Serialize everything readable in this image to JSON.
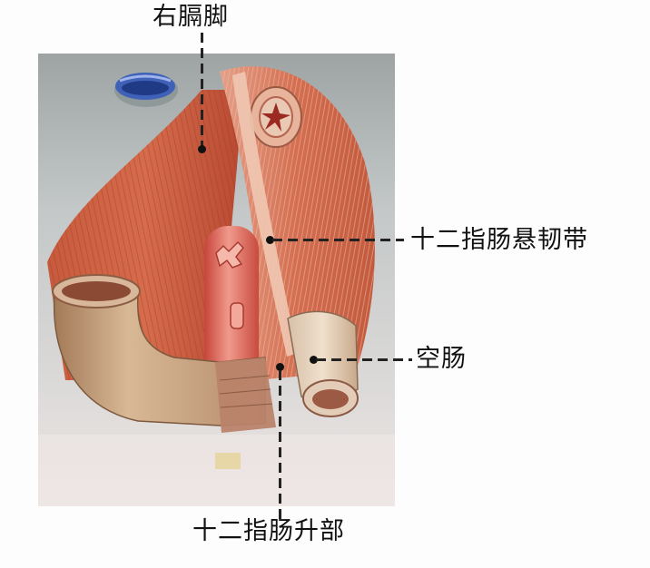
{
  "figure": {
    "subject": "Anatomical illustration: duodenojejunal flexure and suspensory ligament of duodenum",
    "colors": {
      "background": "#fdfdfd",
      "muscle": "#c9573b",
      "muscle_light": "#e2917a",
      "bowel": "#c9a584",
      "vessel": "#d8564a",
      "vein_blue": "#2d4a9a",
      "leader_line": "#222222",
      "label_text": "#111111"
    }
  },
  "labels": [
    {
      "id": "right-crus",
      "text": "右膈脚"
    },
    {
      "id": "suspensory-ligament",
      "text": "十二指肠悬韧带"
    },
    {
      "id": "jejunum",
      "text": "空肠"
    },
    {
      "id": "ascending-duodenum",
      "text": "十二指肠升部"
    }
  ]
}
